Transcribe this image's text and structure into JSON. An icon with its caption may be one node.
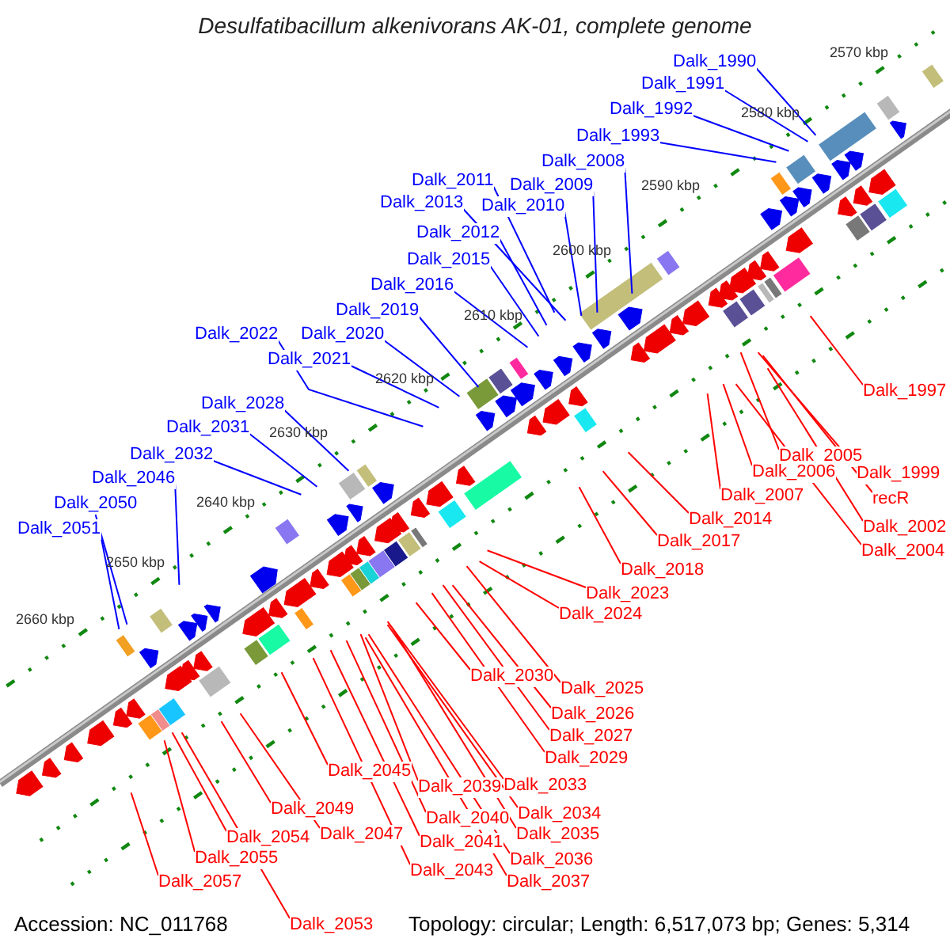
{
  "diagram": {
    "title": "Desulfatibacillum alkenivorans AK-01, complete genome",
    "nodes": [
      {
        "text": [
          "Dalk_1990"
        ]
      },
      {
        "text": [
          "Dalk_1991"
        ]
      },
      {
        "text": [
          "Dalk_1992"
        ]
      },
      {
        "text": [
          "Dalk_1993"
        ]
      },
      {
        "text": [
          "Dalk_2008"
        ]
      },
      {
        "text": [
          "Dalk_2011"
        ]
      },
      {
        "text": [
          "Dalk_2009"
        ]
      },
      {
        "text": [
          "Dalk_2013"
        ]
      },
      {
        "text": [
          "Dalk_2010"
        ]
      },
      {
        "text": [
          "Dalk_2012"
        ]
      },
      {
        "text": [
          "Dalk_2015"
        ]
      },
      {
        "text": [
          "Dalk_2016"
        ]
      },
      {
        "text": [
          "Dalk_2019"
        ]
      },
      {
        "text": [
          "Dalk_2020"
        ]
      },
      {
        "text": [
          "Dalk_2022"
        ]
      },
      {
        "text": [
          "Dalk_2021"
        ]
      },
      {
        "text": [
          "Dalk_2028"
        ]
      },
      {
        "text": [
          "Dalk_2031"
        ]
      },
      {
        "text": [
          "Dalk_2032"
        ]
      },
      {
        "text": [
          "Dalk_2046"
        ]
      },
      {
        "text": [
          "Dalk_2050"
        ]
      },
      {
        "text": [
          "Dalk_2051"
        ]
      },
      {
        "text": [
          "Dalk_1997"
        ]
      },
      {
        "text": [
          "Dalk_2005"
        ]
      },
      {
        "text": [
          "Dalk_1999"
        ]
      },
      {
        "text": [
          "Dalk_2006"
        ]
      },
      {
        "text": [
          "recR"
        ]
      },
      {
        "text": [
          "Dalk_2007"
        ]
      },
      {
        "text": [
          "Dalk_2002"
        ]
      },
      {
        "text": [
          "Dalk_2004"
        ]
      },
      {
        "text": [
          "Dalk_2014"
        ]
      },
      {
        "text": [
          "Dalk_2017"
        ]
      },
      {
        "text": [
          "Dalk_2018"
        ]
      },
      {
        "text": [
          "Dalk_2023"
        ]
      },
      {
        "text": [
          "Dalk_2024"
        ]
      },
      {
        "text": [
          "Dalk_2030"
        ]
      },
      {
        "text": [
          "Dalk_2025"
        ]
      },
      {
        "text": [
          "Dalk_2026"
        ]
      },
      {
        "text": [
          "Dalk_2027"
        ]
      },
      {
        "text": [
          "Dalk_2029"
        ]
      },
      {
        "text": [
          "Dalk_2033"
        ]
      },
      {
        "text": [
          "Dalk_2039"
        ]
      },
      {
        "text": [
          "Dalk_2045"
        ]
      },
      {
        "text": [
          "Dalk_2034"
        ]
      },
      {
        "text": [
          "Dalk_2040"
        ]
      },
      {
        "text": [
          "Dalk_2035"
        ]
      },
      {
        "text": [
          "Dalk_2049"
        ]
      },
      {
        "text": [
          "Dalk_2041"
        ]
      },
      {
        "text": [
          "Dalk_2036"
        ]
      },
      {
        "text": [
          "Dalk_2047"
        ]
      },
      {
        "text": [
          "Dalk_2054"
        ]
      },
      {
        "text": [
          "Dalk_2043"
        ]
      },
      {
        "text": [
          "Dalk_2037"
        ]
      },
      {
        "text": [
          "Dalk_2055"
        ]
      },
      {
        "text": [
          "Dalk_2057"
        ]
      },
      {
        "text": [
          "Dalk_2053"
        ]
      }
    ],
    "edges": [
      {
        "from": 0,
        "to": null,
        "arrow": "none",
        "color": "#0000ff"
      },
      {
        "from": 1,
        "to": null,
        "arrow": "none",
        "color": "#0000ff"
      },
      {
        "from": 2,
        "to": null,
        "arrow": "none",
        "color": "#0000ff"
      },
      {
        "from": 3,
        "to": null,
        "arrow": "none",
        "color": "#0000ff"
      },
      {
        "from": 4,
        "to": null,
        "arrow": "none",
        "color": "#0000ff"
      },
      {
        "from": 5,
        "to": null,
        "arrow": "none",
        "color": "#0000ff"
      },
      {
        "from": 6,
        "to": null,
        "arrow": "none",
        "color": "#0000ff"
      },
      {
        "from": 7,
        "to": null,
        "arrow": "none",
        "color": "#0000ff"
      },
      {
        "from": 8,
        "to": null,
        "arrow": "none",
        "color": "#0000ff"
      },
      {
        "from": 9,
        "to": null,
        "arrow": "none",
        "color": "#0000ff"
      },
      {
        "from": 10,
        "to": null,
        "arrow": "none",
        "color": "#0000ff"
      },
      {
        "from": 11,
        "to": null,
        "arrow": "none",
        "color": "#0000ff"
      },
      {
        "from": 12,
        "to": null,
        "arrow": "none",
        "color": "#0000ff"
      },
      {
        "from": 13,
        "to": null,
        "arrow": "none",
        "color": "#0000ff"
      },
      {
        "from": 14,
        "to": null,
        "arrow": "none",
        "color": "#0000ff"
      },
      {
        "from": 15,
        "to": null,
        "arrow": "none",
        "color": "#0000ff"
      },
      {
        "from": 16,
        "to": null,
        "arrow": "none",
        "color": "#0000ff"
      },
      {
        "from": 17,
        "to": null,
        "arrow": "none",
        "color": "#0000ff"
      },
      {
        "from": 18,
        "to": null,
        "arrow": "none",
        "color": "#0000ff"
      },
      {
        "from": 19,
        "to": null,
        "arrow": "none",
        "color": "#0000ff"
      },
      {
        "from": 20,
        "to": null,
        "arrow": "none",
        "color": "#0000ff"
      },
      {
        "from": 21,
        "to": null,
        "arrow": "none",
        "color": "#0000ff"
      },
      {
        "from": 22,
        "to": null,
        "arrow": "none"
      },
      {
        "from": 23,
        "to": null,
        "arrow": "none"
      },
      {
        "from": 24,
        "to": null,
        "arrow": "none"
      },
      {
        "from": 25,
        "to": null,
        "arrow": "none"
      },
      {
        "from": 26,
        "to": null,
        "arrow": "none"
      },
      {
        "from": 27,
        "to": null,
        "arrow": "none"
      },
      {
        "from": 28,
        "to": null,
        "arrow": "none"
      },
      {
        "from": 29,
        "to": null,
        "arrow": "none"
      },
      {
        "from": 30,
        "to": null,
        "arrow": "none"
      },
      {
        "from": 31,
        "to": null,
        "arrow": "none"
      },
      {
        "from": 32,
        "to": null,
        "arrow": "none"
      },
      {
        "from": 33,
        "to": null,
        "arrow": "none"
      },
      {
        "from": 34,
        "to": null,
        "arrow": "none"
      },
      {
        "from": 35,
        "to": null,
        "arrow": "none"
      },
      {
        "from": 36,
        "to": null,
        "arrow": "none"
      },
      {
        "from": 37,
        "to": null,
        "arrow": "none"
      },
      {
        "from": 38,
        "to": null,
        "arrow": "none"
      },
      {
        "from": 39,
        "to": null,
        "arrow": "none"
      },
      {
        "from": 40,
        "to": null,
        "arrow": "none"
      },
      {
        "from": 41,
        "to": null,
        "arrow": "none"
      },
      {
        "from": 42,
        "to": null,
        "arrow": "none"
      },
      {
        "from": 43,
        "to": null,
        "arrow": "none"
      },
      {
        "from": 44,
        "to": null,
        "arrow": "none"
      },
      {
        "from": 45,
        "to": null,
        "arrow": "none"
      },
      {
        "from": 46,
        "to": null,
        "arrow": "none"
      },
      {
        "from": 47,
        "to": null,
        "arrow": "none"
      },
      {
        "from": 48,
        "to": null,
        "arrow": "none"
      },
      {
        "from": 49,
        "to": null,
        "arrow": "none"
      },
      {
        "from": 50,
        "to": null,
        "arrow": "none"
      },
      {
        "from": 51,
        "to": null,
        "arrow": "none"
      },
      {
        "from": 52,
        "to": null,
        "arrow": "none"
      },
      {
        "from": 53,
        "to": null,
        "arrow": "none"
      },
      {
        "from": 54,
        "to": null,
        "arrow": "none"
      },
      {
        "from": 55,
        "to": null,
        "arrow": "none"
      }
    ],
    "labels": [
      "2570 kbp",
      "2580 kbp",
      "2590 kbp",
      "2600 kbp",
      "2610 kbp",
      "2620 kbp",
      "2630 kbp",
      "2640 kbp",
      "2650 kbp",
      "2660 kbp",
      "Accession: NC_011768",
      "Topology: circular; Length: 6,517,073 bp; Genes: 5,314"
    ]
  }
}
